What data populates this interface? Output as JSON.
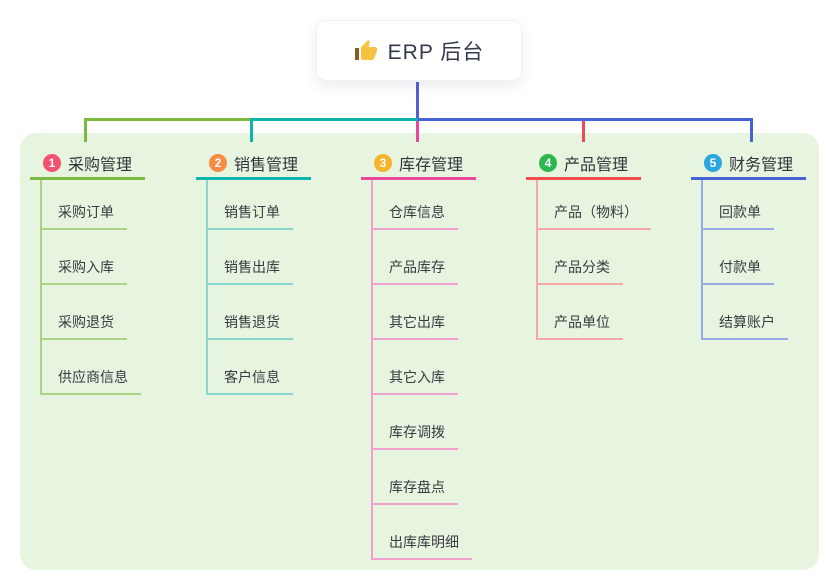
{
  "root": {
    "label": "ERP 后台",
    "icon": "thumbs-up-icon",
    "icon_color": "#f5c242"
  },
  "colors": {
    "canvas_bg": "#ffffff",
    "board_bg": "#e7f5e0",
    "root_text": "#333a4d",
    "node_text": "#3a3b40",
    "root_line": "#5560d2"
  },
  "branches": [
    {
      "index": "1",
      "label": "采购管理",
      "badge_color": "#f25270",
      "line_color": "#7cb93e",
      "light_color": "#a9d382",
      "children": [
        "采购订单",
        "采购入库",
        "采购退货",
        "供应商信息"
      ]
    },
    {
      "index": "2",
      "label": "销售管理",
      "badge_color": "#f78c44",
      "line_color": "#0cb5ab",
      "light_color": "#86d6cf",
      "children": [
        "销售订单",
        "销售出库",
        "销售退货",
        "客户信息"
      ]
    },
    {
      "index": "3",
      "label": "库存管理",
      "badge_color": "#f6b42c",
      "line_color": "#e8489c",
      "light_color": "#f0a0ca",
      "children": [
        "仓库信息",
        "产品库存",
        "其它出库",
        "其它入库",
        "库存调拨",
        "库存盘点",
        "出库库明细"
      ]
    },
    {
      "index": "4",
      "label": "产品管理",
      "badge_color": "#2db84f",
      "line_color": "#f14c4c",
      "light_color": "#f8a8a4",
      "children": [
        "产品（物料）",
        "产品分类",
        "产品单位"
      ]
    },
    {
      "index": "5",
      "label": "财务管理",
      "badge_color": "#2aa7e0",
      "line_color": "#4663d6",
      "light_color": "#97a9e2",
      "children": [
        "回款单",
        "付款单",
        "结算账户"
      ]
    }
  ]
}
